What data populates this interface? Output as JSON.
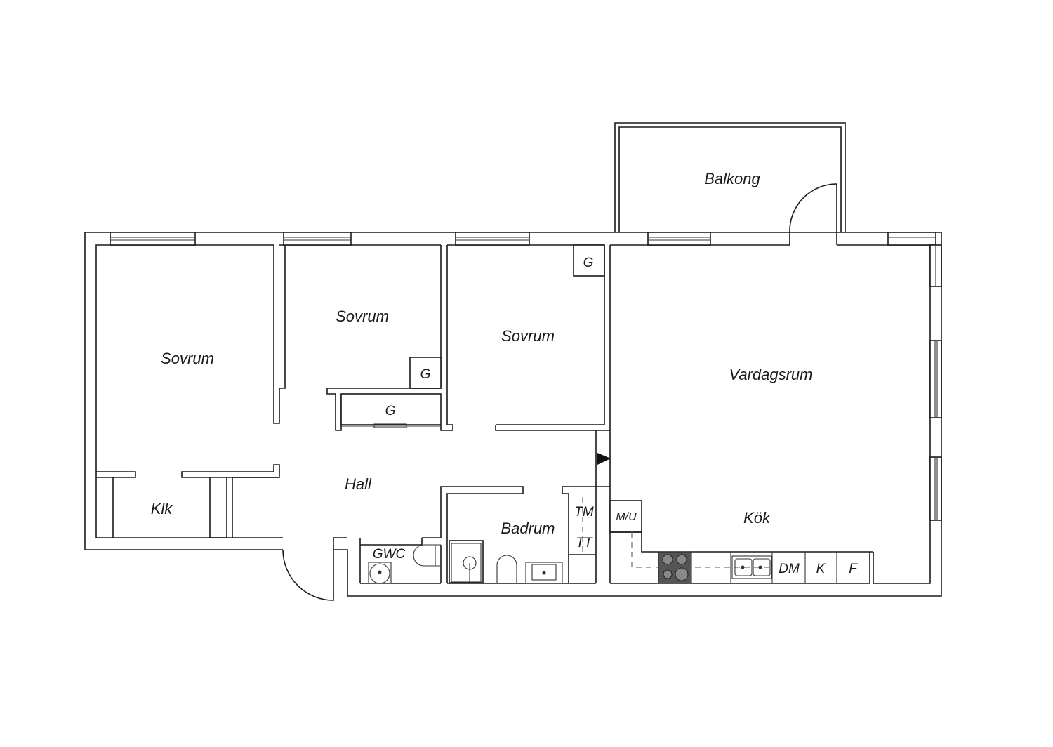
{
  "rooms": {
    "balcony": "Balkong",
    "bedroom_1": "Sovrum",
    "bedroom_2": "Sovrum",
    "bedroom_3": "Sovrum",
    "living_room": "Vardagsrum",
    "kitchen": "Kök",
    "hall": "Hall",
    "closet": "Klk",
    "bathroom": "Badrum",
    "guest_wc": "GWC"
  },
  "fixtures": {
    "wardrobe_1": "G",
    "wardrobe_2": "G",
    "wardrobe_3": "G",
    "washing_machine": "TM",
    "tumble_dryer": "TT",
    "microwave_oven": "M/U",
    "dishwasher": "DM",
    "fridge": "K",
    "freezer": "F"
  }
}
